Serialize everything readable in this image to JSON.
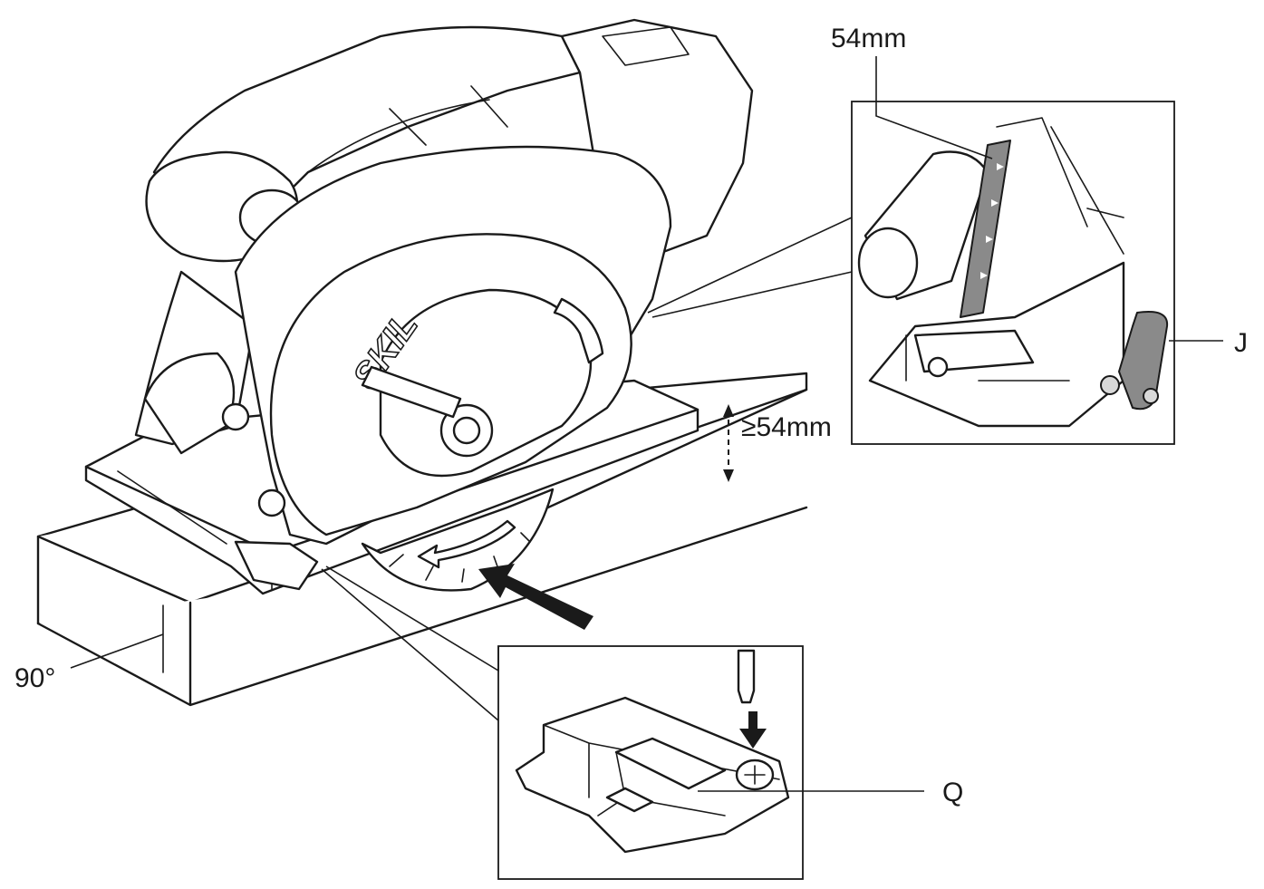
{
  "labels": {
    "depth_top": "54mm",
    "depth_clearance": "≥54mm",
    "lever": "J",
    "screw_plate": "Q",
    "angle": "90°"
  },
  "brand_mark": "SKIL",
  "colors": {
    "line": "#1a1a1a",
    "lever_fill": "#8a8a8a",
    "scale_fill": "#8a8a8a",
    "background": "#ffffff"
  },
  "icons": [
    "depth-scale-icon",
    "depth-lever-icon",
    "screwdriver-icon",
    "push-arrow-icon",
    "rotation-arrow-icon"
  ]
}
